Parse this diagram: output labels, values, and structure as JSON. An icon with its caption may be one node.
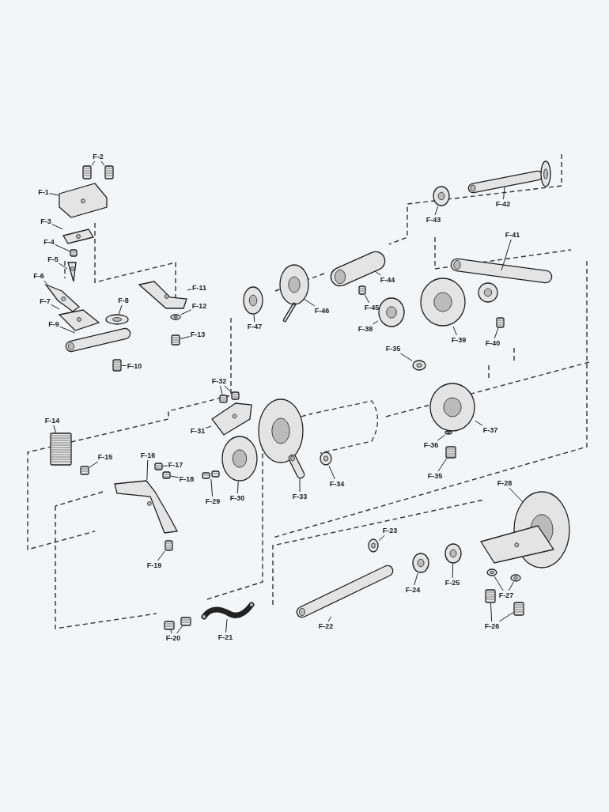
{
  "diagram": {
    "nodes": [
      {
        "text": [
          "F-1"
        ]
      },
      {
        "text": [
          "F-2"
        ]
      },
      {
        "text": [
          "F-3"
        ]
      },
      {
        "text": [
          "F-4"
        ]
      },
      {
        "text": [
          "F-5"
        ]
      },
      {
        "text": [
          "F-6"
        ]
      },
      {
        "text": [
          "F-7"
        ]
      },
      {
        "text": [
          "F-8"
        ]
      },
      {
        "text": [
          "F-9"
        ]
      },
      {
        "text": [
          "F-10"
        ]
      },
      {
        "text": [
          "F-11"
        ]
      },
      {
        "text": [
          "F-12"
        ]
      },
      {
        "text": [
          "F-13"
        ]
      },
      {
        "text": [
          "F-14"
        ]
      },
      {
        "text": [
          "F-15"
        ]
      },
      {
        "text": [
          "F-16"
        ]
      },
      {
        "text": [
          "F-17"
        ]
      },
      {
        "text": [
          "F-18"
        ]
      },
      {
        "text": [
          "F-19"
        ]
      },
      {
        "text": [
          "F-20"
        ]
      },
      {
        "text": [
          "F-21"
        ]
      },
      {
        "text": [
          "F-22"
        ]
      },
      {
        "text": [
          "F-23"
        ]
      },
      {
        "text": [
          "F-24"
        ]
      },
      {
        "text": [
          "F-25"
        ]
      },
      {
        "text": [
          "F-26"
        ]
      },
      {
        "text": [
          "F-27"
        ]
      },
      {
        "text": [
          "F-28"
        ]
      },
      {
        "text": [
          "F-29"
        ]
      },
      {
        "text": [
          "F-30"
        ]
      },
      {
        "text": [
          "F-31"
        ]
      },
      {
        "text": [
          "F-32"
        ]
      },
      {
        "text": [
          "F-33"
        ]
      },
      {
        "text": [
          "F-34"
        ]
      },
      {
        "text": [
          "F-35"
        ]
      },
      {
        "text": [
          "F-35"
        ]
      },
      {
        "text": [
          "F-36"
        ]
      },
      {
        "text": [
          "F-37"
        ]
      },
      {
        "text": [
          "F-38"
        ]
      },
      {
        "text": [
          "F-39"
        ]
      },
      {
        "text": [
          "F-40"
        ]
      },
      {
        "text": [
          "F-41"
        ]
      },
      {
        "text": [
          "F-42"
        ]
      },
      {
        "text": [
          "F-43"
        ]
      },
      {
        "text": [
          "F-44"
        ]
      },
      {
        "text": [
          "F-45"
        ]
      },
      {
        "text": [
          "F-46"
        ]
      },
      {
        "text": [
          "F-47"
        ]
      },
      {
        "text": [],
        "shape": "picture"
      },
      {
        "text": [],
        "shape": "picture"
      },
      {
        "text": [],
        "shape": "picture"
      },
      {
        "text": [],
        "shape": "picture"
      },
      {
        "text": [],
        "shape": "picture"
      },
      {
        "text": [],
        "shape": "picture"
      },
      {
        "text": [],
        "shape": "picture"
      },
      {
        "text": [],
        "shape": "picture"
      },
      {
        "text": [],
        "shape": "picture"
      },
      {
        "text": [],
        "shape": "picture"
      },
      {
        "text": [],
        "shape": "picture"
      },
      {
        "text": [],
        "shape": "picture"
      },
      {
        "text": [],
        "shape": "picture"
      },
      {
        "text": [],
        "shape": "picture"
      },
      {
        "text": [],
        "shape": "picture"
      },
      {
        "text": [],
        "shape": "picture"
      },
      {
        "text": [],
        "shape": "picture"
      },
      {
        "text": [],
        "shape": "picture"
      },
      {
        "text": [],
        "shape": "picture"
      },
      {
        "text": [],
        "shape": "picture"
      },
      {
        "text": [],
        "shape": "picture"
      },
      {
        "text": [],
        "shape": "picture"
      },
      {
        "text": [],
        "shape": "picture"
      },
      {
        "text": [],
        "shape": "picture"
      },
      {
        "text": [],
        "shape": "picture"
      },
      {
        "text": [],
        "shape": "picture"
      },
      {
        "text": [],
        "shape": "picture"
      },
      {
        "text": [],
        "shape": "picture"
      },
      {
        "text": [],
        "shape": "picture"
      },
      {
        "text": [],
        "shape": "picture"
      },
      {
        "text": [],
        "shape": "picture"
      },
      {
        "text": [],
        "shape": "picture"
      },
      {
        "text": [],
        "shape": "picture"
      },
      {
        "text": [],
        "shape": "picture"
      },
      {
        "text": [],
        "shape": "picture"
      },
      {
        "text": [],
        "shape": "picture"
      },
      {
        "text": [],
        "shape": "picture"
      },
      {
        "text": [],
        "shape": "picture"
      },
      {
        "text": [],
        "shape": "picture"
      },
      {
        "text": [],
        "shape": "picture"
      },
      {
        "text": [],
        "shape": "picture"
      },
      {
        "text": [],
        "shape": "picture"
      },
      {
        "text": [],
        "shape": "picture"
      },
      {
        "text": [],
        "shape": "picture"
      },
      {
        "text": [],
        "shape": "picture"
      },
      {
        "text": [],
        "shape": "picture"
      },
      {
        "text": [],
        "shape": "picture"
      },
      {
        "text": [],
        "shape": "picture"
      },
      {
        "text": [],
        "shape": "picture"
      },
      {
        "text": [],
        "shape": "picture"
      },
      {
        "text": [],
        "shape": "picture"
      },
      {
        "text": [],
        "shape": "picture"
      },
      {
        "text": [],
        "shape": "picture"
      }
    ],
    "edges": [
      {
        "from": 0,
        "to": 48,
        "arrow": "none"
      },
      {
        "from": 1,
        "to": 49,
        "arrow": "none"
      },
      {
        "from": 1,
        "to": 50,
        "arrow": "none"
      },
      {
        "from": 2,
        "to": 51,
        "arrow": "none"
      },
      {
        "from": 3,
        "to": 52,
        "arrow": "none"
      },
      {
        "from": 4,
        "to": 53,
        "arrow": "none"
      },
      {
        "from": 5,
        "to": 54,
        "arrow": "none"
      },
      {
        "from": 6,
        "to": 55,
        "arrow": "none"
      },
      {
        "from": 7,
        "to": 56,
        "arrow": "none"
      },
      {
        "from": 8,
        "to": 57,
        "arrow": "none"
      },
      {
        "from": 9,
        "to": 58,
        "arrow": "none"
      },
      {
        "from": 10,
        "to": 59,
        "arrow": "none"
      },
      {
        "from": 11,
        "to": 60,
        "arrow": "none"
      },
      {
        "from": 12,
        "to": 61,
        "arrow": "none"
      },
      {
        "from": 13,
        "to": 62,
        "arrow": "none"
      },
      {
        "from": 14,
        "to": 63,
        "arrow": "none"
      },
      {
        "from": 15,
        "to": 64,
        "arrow": "none"
      },
      {
        "from": 16,
        "to": 65,
        "arrow": "none"
      },
      {
        "from": 17,
        "to": 66,
        "arrow": "none"
      },
      {
        "from": 18,
        "to": 67,
        "arrow": "none"
      },
      {
        "from": 19,
        "to": 68,
        "arrow": "none"
      },
      {
        "from": 19,
        "to": 69,
        "arrow": "none"
      },
      {
        "from": 20,
        "to": 70,
        "arrow": "none"
      },
      {
        "from": 21,
        "to": 71,
        "arrow": "none"
      },
      {
        "from": 22,
        "to": 72,
        "arrow": "none"
      },
      {
        "from": 23,
        "to": 73,
        "arrow": "none"
      },
      {
        "from": 24,
        "to": 74,
        "arrow": "none"
      },
      {
        "from": 25,
        "to": 75,
        "arrow": "none"
      },
      {
        "from": 25,
        "to": 76,
        "arrow": "none"
      },
      {
        "from": 26,
        "to": 77,
        "arrow": "none"
      },
      {
        "from": 26,
        "to": 78,
        "arrow": "none"
      },
      {
        "from": 27,
        "to": 79,
        "arrow": "none"
      },
      {
        "from": 28,
        "to": 80,
        "arrow": "none"
      },
      {
        "from": 29,
        "to": 81,
        "arrow": "none"
      },
      {
        "from": 30,
        "to": 82,
        "arrow": "none"
      },
      {
        "from": 31,
        "to": 83,
        "arrow": "none"
      },
      {
        "from": 31,
        "to": 84,
        "arrow": "none"
      },
      {
        "from": 32,
        "to": 85,
        "arrow": "none"
      },
      {
        "from": 33,
        "to": 86,
        "arrow": "none"
      },
      {
        "from": 34,
        "to": 87,
        "arrow": "none"
      },
      {
        "from": 35,
        "to": 88,
        "arrow": "none"
      },
      {
        "from": 36,
        "to": 89,
        "arrow": "none"
      },
      {
        "from": 37,
        "to": 90,
        "arrow": "none"
      },
      {
        "from": 38,
        "to": 91,
        "arrow": "none"
      },
      {
        "from": 39,
        "to": 92,
        "arrow": "none"
      },
      {
        "from": 40,
        "to": 93,
        "arrow": "none"
      },
      {
        "from": 41,
        "to": 94,
        "arrow": "none"
      },
      {
        "from": 42,
        "to": 95,
        "arrow": "none"
      },
      {
        "from": 43,
        "to": 96,
        "arrow": "none"
      },
      {
        "from": 44,
        "to": 97,
        "arrow": "none"
      },
      {
        "from": 45,
        "to": 98,
        "arrow": "none"
      },
      {
        "from": 46,
        "to": 99,
        "arrow": "none"
      },
      {
        "from": 47,
        "to": 100,
        "arrow": "none"
      }
    ]
  }
}
